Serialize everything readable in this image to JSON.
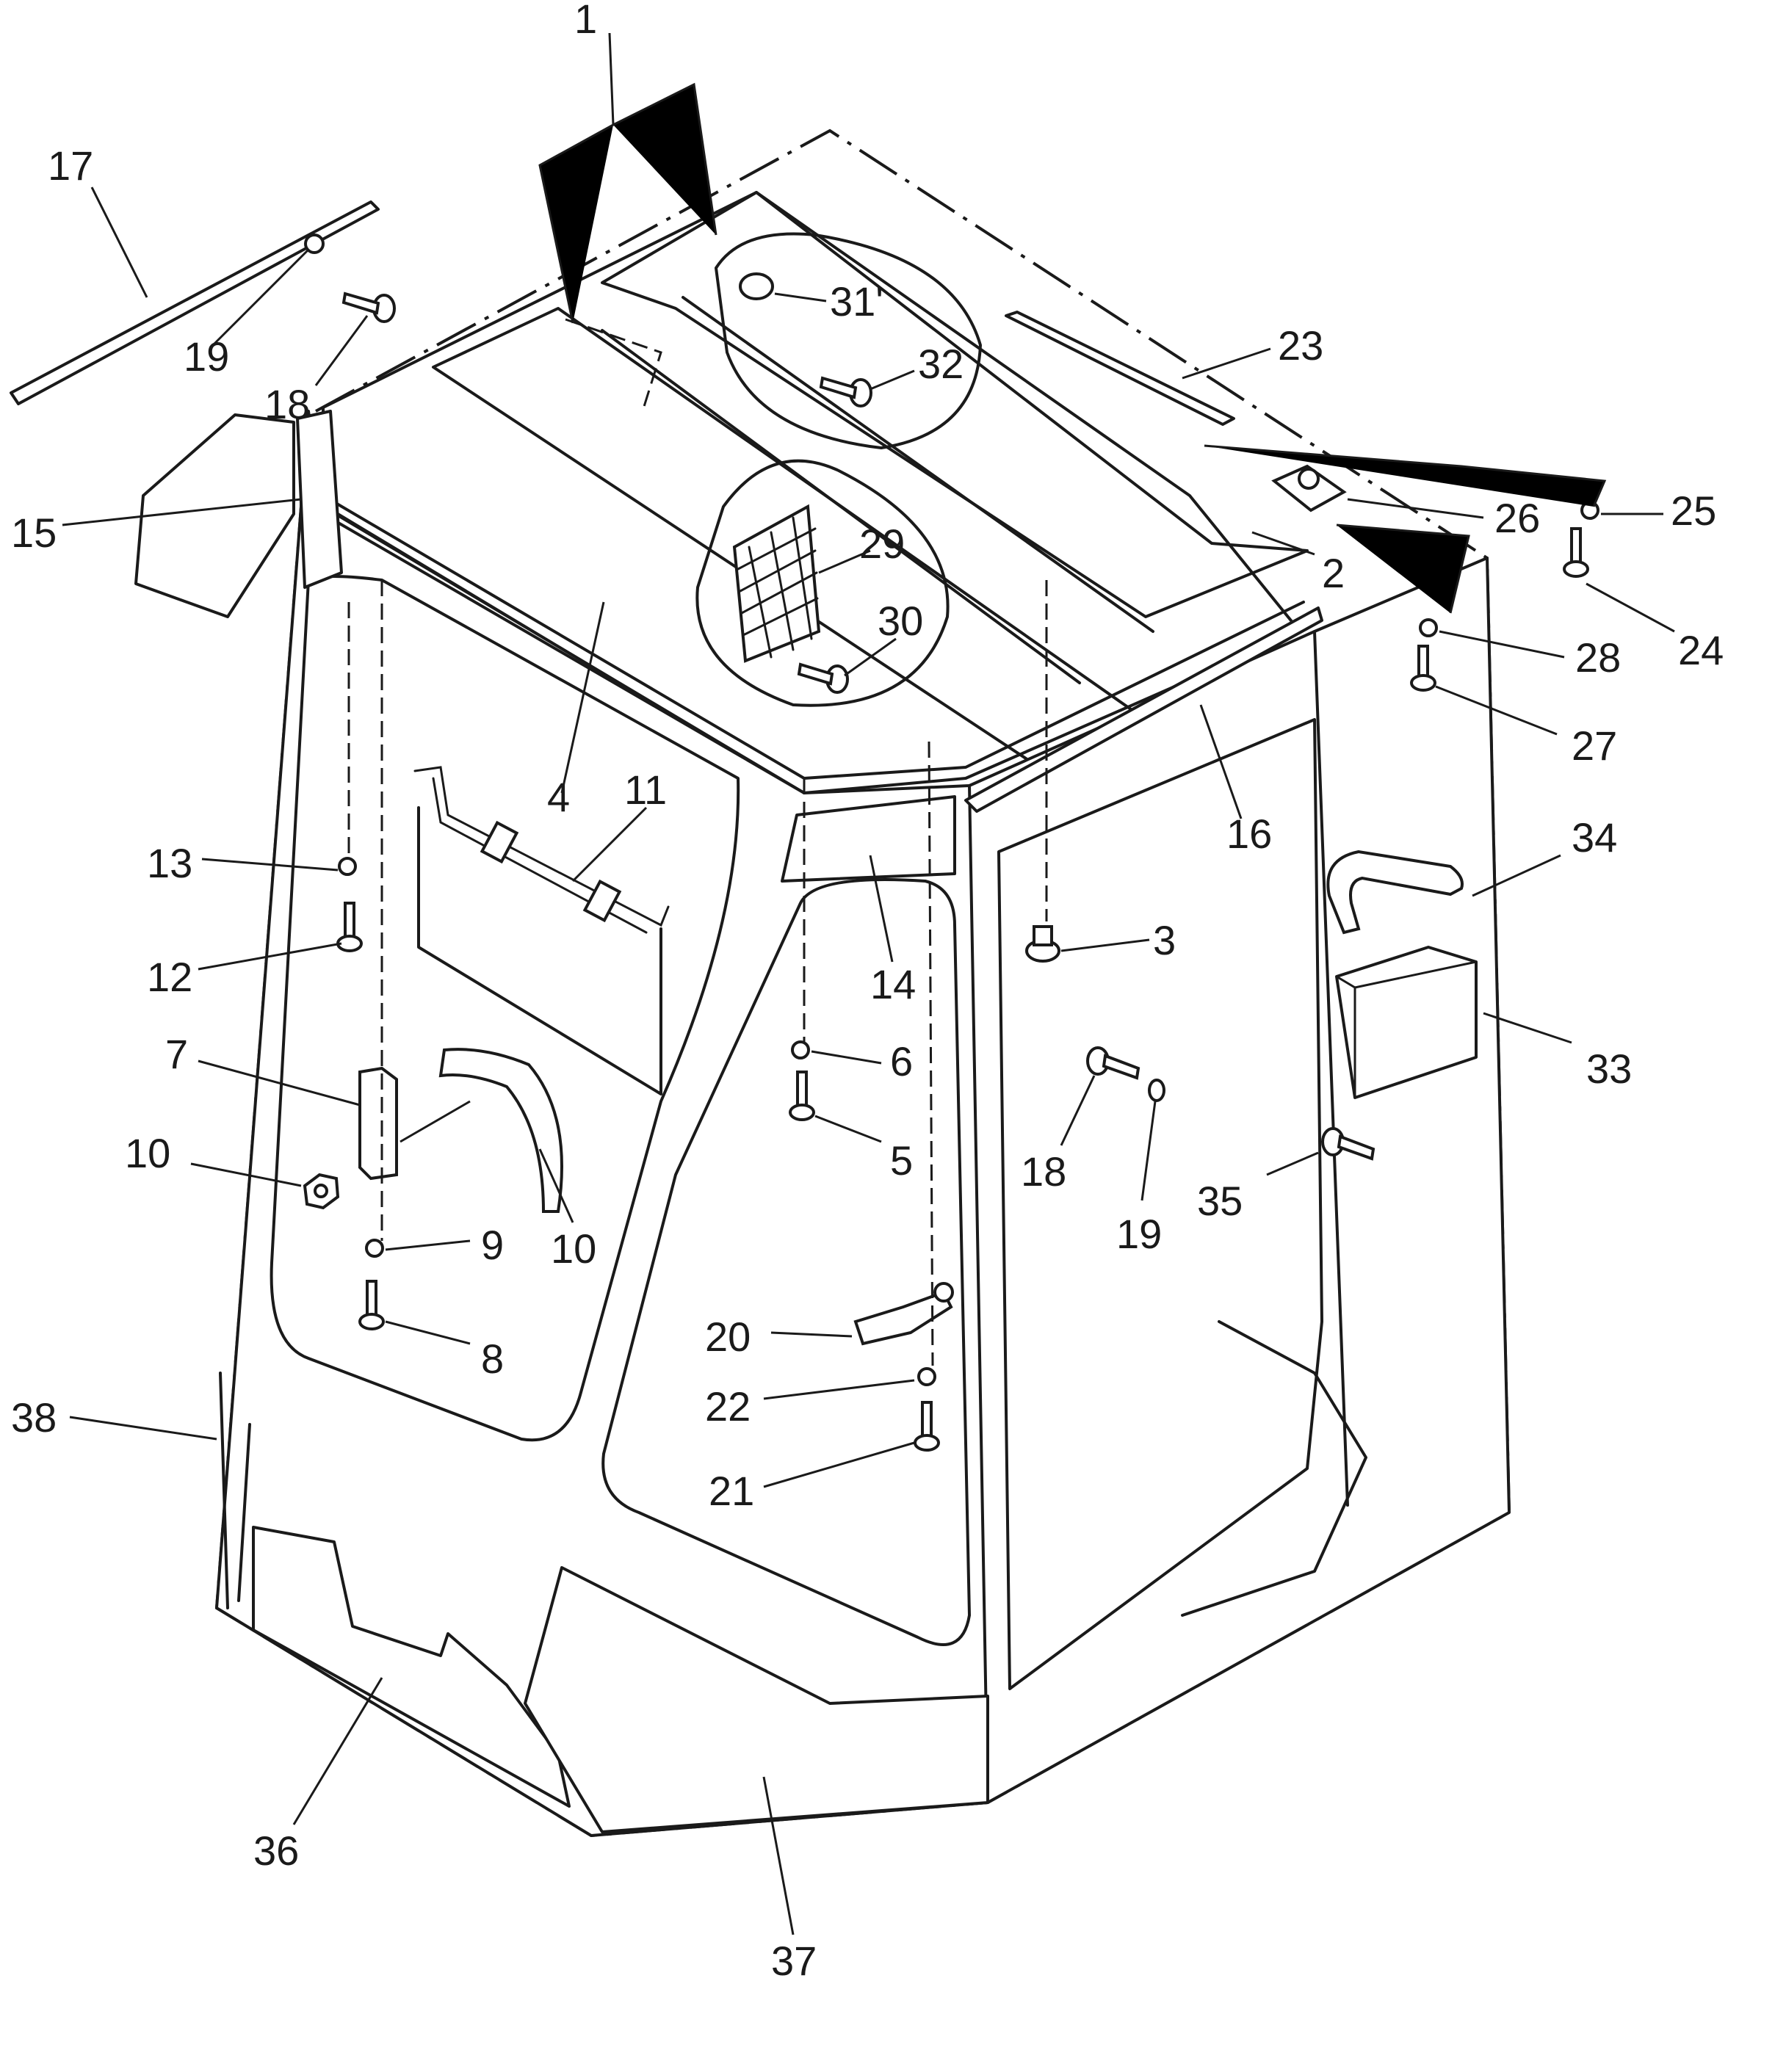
{
  "callouts": [
    {
      "id": "1",
      "label": "1"
    },
    {
      "id": "2",
      "label": "2"
    },
    {
      "id": "3",
      "label": "3"
    },
    {
      "id": "4",
      "label": "4"
    },
    {
      "id": "5",
      "label": "5"
    },
    {
      "id": "6",
      "label": "6"
    },
    {
      "id": "7",
      "label": "7"
    },
    {
      "id": "8",
      "label": "8"
    },
    {
      "id": "9",
      "label": "9"
    },
    {
      "id": "10a",
      "label": "10"
    },
    {
      "id": "10b",
      "label": "10"
    },
    {
      "id": "11",
      "label": "11"
    },
    {
      "id": "12",
      "label": "12"
    },
    {
      "id": "13",
      "label": "13"
    },
    {
      "id": "14",
      "label": "14"
    },
    {
      "id": "15",
      "label": "15"
    },
    {
      "id": "16",
      "label": "16"
    },
    {
      "id": "17",
      "label": "17"
    },
    {
      "id": "18a",
      "label": "18"
    },
    {
      "id": "18b",
      "label": "18"
    },
    {
      "id": "19a",
      "label": "19"
    },
    {
      "id": "19b",
      "label": "19"
    },
    {
      "id": "20",
      "label": "20"
    },
    {
      "id": "21",
      "label": "21"
    },
    {
      "id": "22",
      "label": "22"
    },
    {
      "id": "23",
      "label": "23"
    },
    {
      "id": "24",
      "label": "24"
    },
    {
      "id": "25",
      "label": "25"
    },
    {
      "id": "26",
      "label": "26"
    },
    {
      "id": "27",
      "label": "27"
    },
    {
      "id": "28",
      "label": "28"
    },
    {
      "id": "29",
      "label": "29"
    },
    {
      "id": "30",
      "label": "30"
    },
    {
      "id": "31",
      "label": "31'"
    },
    {
      "id": "32",
      "label": "32"
    },
    {
      "id": "33",
      "label": "33"
    },
    {
      "id": "34",
      "label": "34"
    },
    {
      "id": "35",
      "label": "35"
    },
    {
      "id": "36",
      "label": "36"
    },
    {
      "id": "37",
      "label": "37"
    },
    {
      "id": "38",
      "label": "38"
    }
  ]
}
